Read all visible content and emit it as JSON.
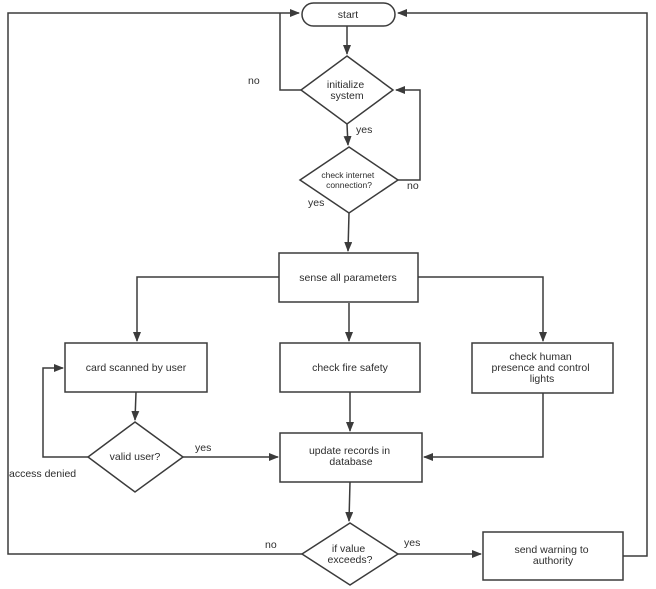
{
  "diagram": {
    "type": "flowchart",
    "background": "#ffffff",
    "line_color": "#3b3b3b",
    "text_color": "#2d2d2d",
    "node_fill": "#ffffff",
    "nodes": {
      "start": {
        "shape": "terminator",
        "lines": [
          "start"
        ]
      },
      "initialize_system": {
        "shape": "decision",
        "lines": [
          "initialize",
          "system"
        ]
      },
      "check_internet": {
        "shape": "decision",
        "lines": [
          "check internet",
          "connection?"
        ]
      },
      "sense_parameters": {
        "shape": "process",
        "lines": [
          "sense all parameters"
        ]
      },
      "card_scanned": {
        "shape": "process",
        "lines": [
          "card scanned by user"
        ]
      },
      "check_fire": {
        "shape": "process",
        "lines": [
          "check fire safety"
        ]
      },
      "check_human": {
        "shape": "process",
        "lines": [
          "check human",
          "presence and control",
          "lights"
        ]
      },
      "valid_user": {
        "shape": "decision",
        "lines": [
          "valid user?"
        ]
      },
      "update_records": {
        "shape": "process",
        "lines": [
          "update records in",
          "database"
        ]
      },
      "if_value_exceeds": {
        "shape": "decision",
        "lines": [
          "if value",
          "exceeds?"
        ]
      },
      "send_warning": {
        "shape": "process",
        "lines": [
          "send warning to",
          "authority"
        ]
      }
    },
    "edge_labels": {
      "initialize_no": "no",
      "initialize_yes": "yes",
      "internet_no": "no",
      "internet_yes": "yes",
      "valid_user_yes": "yes",
      "valid_user_no": "access denied",
      "exceeds_no": "no",
      "exceeds_yes": "yes"
    },
    "edges": [
      {
        "from": "start",
        "to": "initialize_system",
        "label": ""
      },
      {
        "from": "initialize_system",
        "to": "check_internet",
        "label": "yes"
      },
      {
        "from": "initialize_system",
        "to": "start",
        "label": "no"
      },
      {
        "from": "check_internet",
        "to": "initialize_system",
        "label": "no"
      },
      {
        "from": "check_internet",
        "to": "sense_parameters",
        "label": "yes"
      },
      {
        "from": "sense_parameters",
        "to": "card_scanned",
        "label": ""
      },
      {
        "from": "sense_parameters",
        "to": "check_fire",
        "label": ""
      },
      {
        "from": "sense_parameters",
        "to": "check_human",
        "label": ""
      },
      {
        "from": "card_scanned",
        "to": "valid_user",
        "label": ""
      },
      {
        "from": "valid_user",
        "to": "update_records",
        "label": "yes"
      },
      {
        "from": "valid_user",
        "to": "card_scanned",
        "label": "access denied"
      },
      {
        "from": "check_fire",
        "to": "update_records",
        "label": ""
      },
      {
        "from": "check_human",
        "to": "update_records",
        "label": ""
      },
      {
        "from": "update_records",
        "to": "if_value_exceeds",
        "label": ""
      },
      {
        "from": "if_value_exceeds",
        "to": "send_warning",
        "label": "yes"
      },
      {
        "from": "if_value_exceeds",
        "to": "start",
        "label": "no"
      },
      {
        "from": "send_warning",
        "to": "start",
        "label": ""
      }
    ]
  }
}
